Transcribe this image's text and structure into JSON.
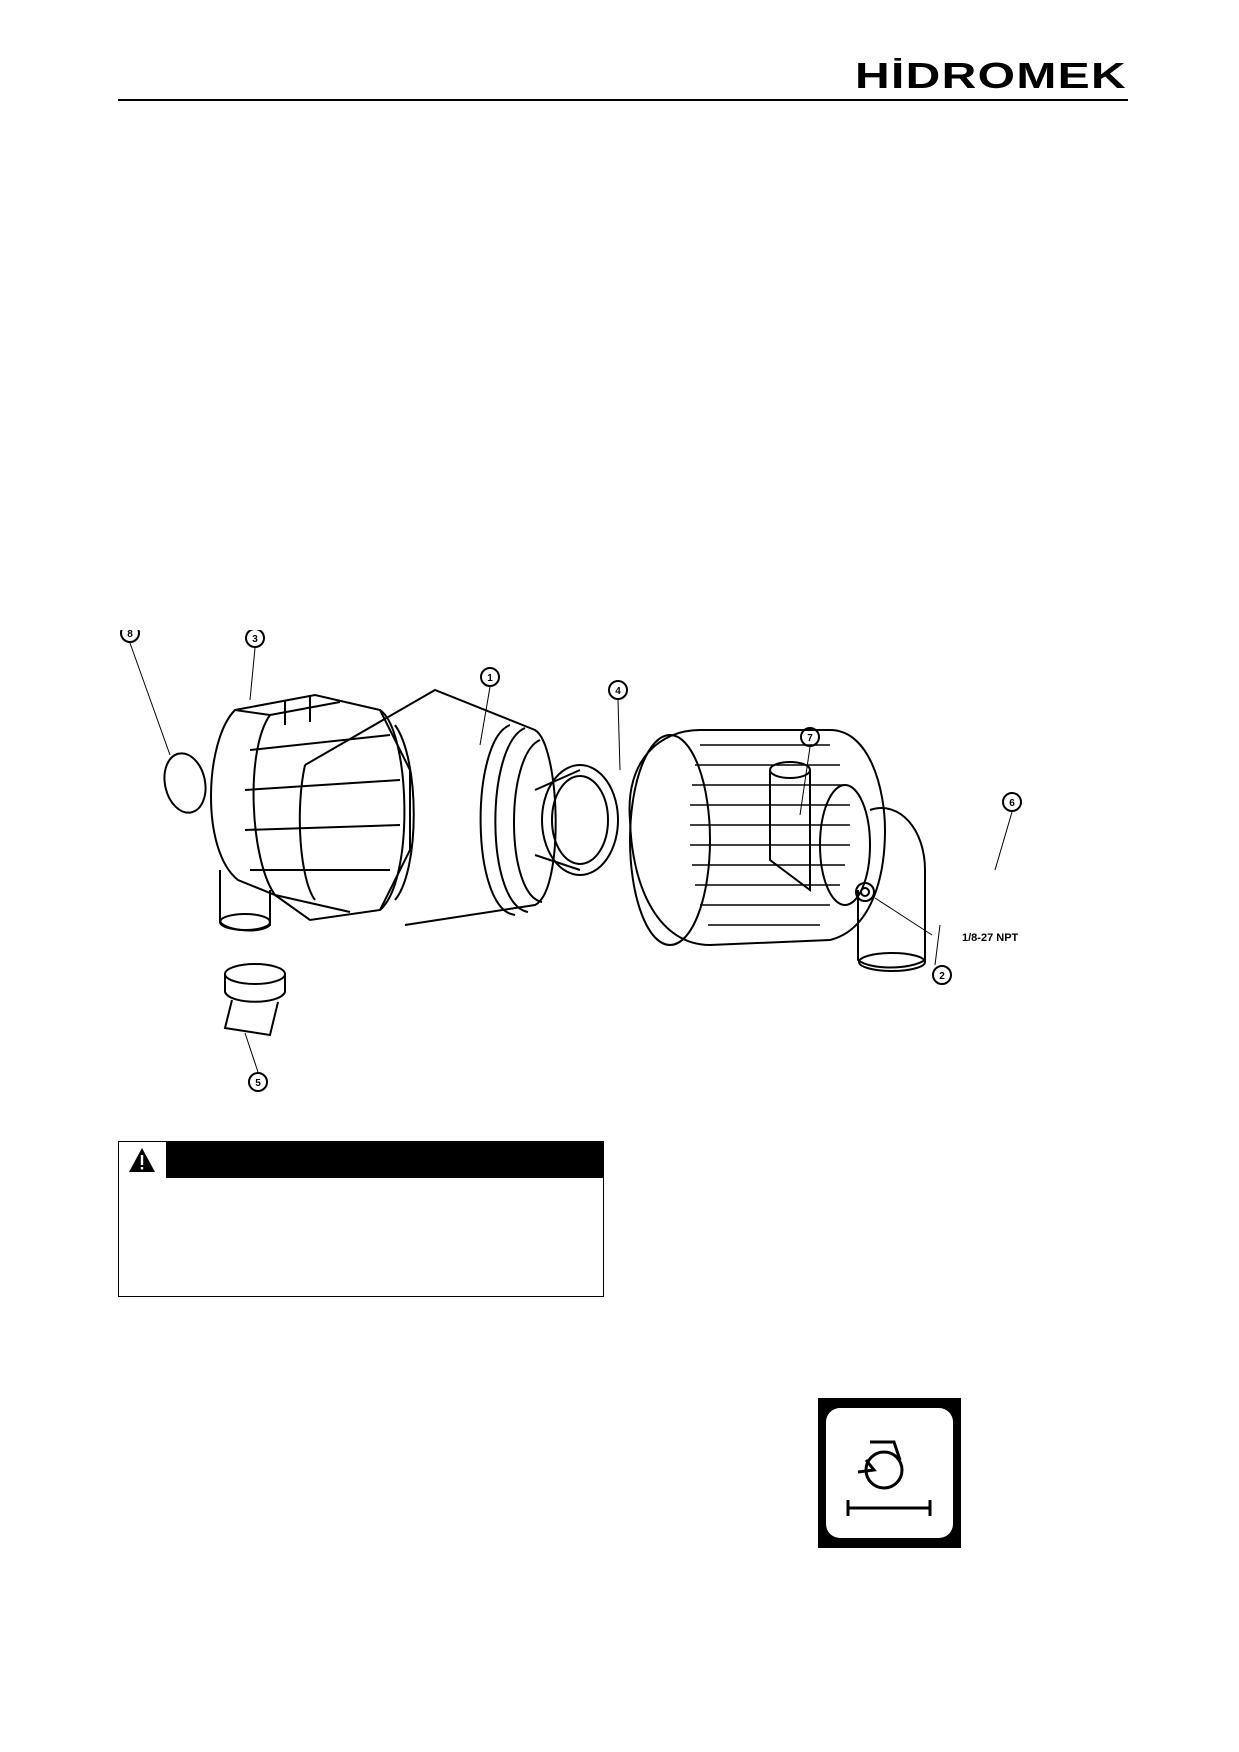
{
  "header": {
    "logo_text": "HİDROMEK"
  },
  "figure": {
    "callouts": [
      "1",
      "2",
      "3",
      "4",
      "5",
      "6",
      "7",
      "8"
    ],
    "fitting_label": "1/8-27 NPT"
  },
  "warning": {
    "icon": "warning-triangle-icon",
    "bar_color": "#000000",
    "text": ""
  },
  "symbol": {
    "icon": "air-filter-restriction-icon"
  }
}
